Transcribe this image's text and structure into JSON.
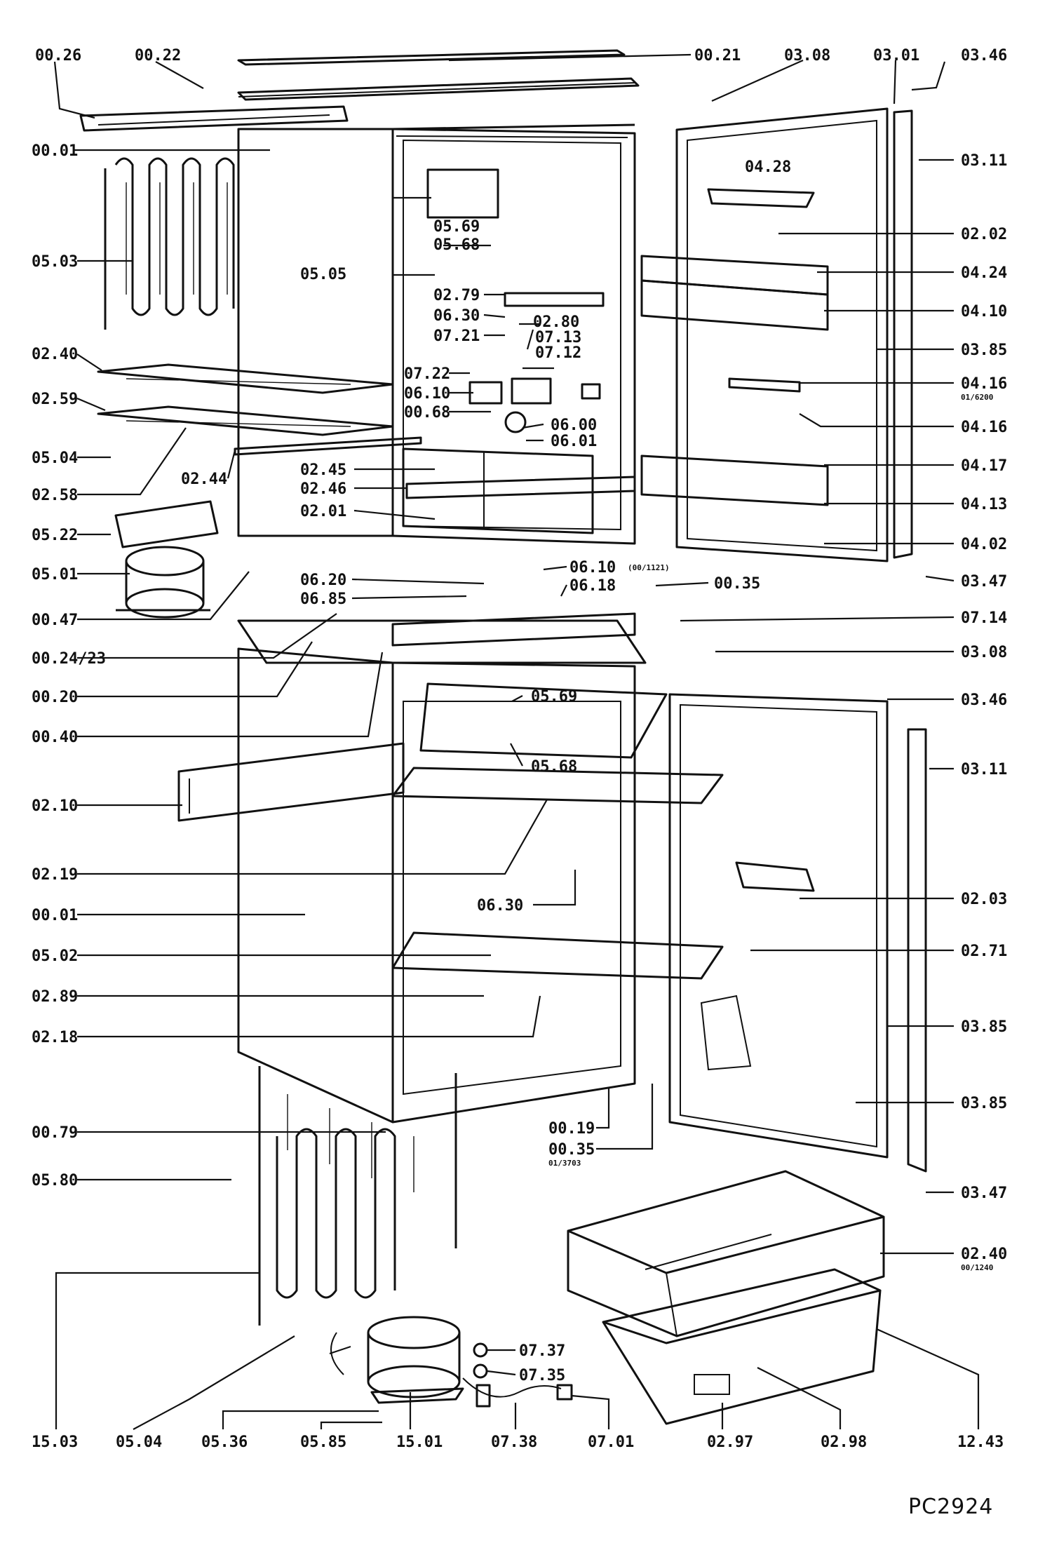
{
  "drawing_id": "PC2924",
  "labels_top": [
    "00.26",
    "00.22",
    "00.21",
    "03.08",
    "03.01",
    "03.46"
  ],
  "labels_left": [
    "00.01",
    "05.03",
    "02.40",
    "02.59",
    "05.04",
    "02.58",
    "05.22",
    "05.01",
    "00.47",
    "00.24/23",
    "00.20",
    "00.40",
    "02.10",
    "02.19",
    "00.01",
    "05.02",
    "02.89",
    "02.18",
    "00.79",
    "05.80"
  ],
  "labels_right": [
    "03.11",
    "02.02",
    "04.24",
    "04.10",
    "03.85",
    "04.16",
    "04.16",
    "04.17",
    "04.13",
    "04.02",
    "03.47",
    "07.14",
    "03.08",
    "03.46",
    "03.11",
    "02.03",
    "02.71",
    "03.85",
    "03.85",
    "03.47",
    "02.40",
    "12.43"
  ],
  "labels_inner": [
    "04.28",
    "05.69",
    "05.68",
    "05.05",
    "02.79",
    "06.30",
    "02.80",
    "07.21",
    "07.13",
    "07.12",
    "07.22",
    "06.10",
    "00.68",
    "06.00",
    "06.01",
    "02.44",
    "02.45",
    "02.46",
    "02.01",
    "06.20",
    "06.85",
    "06.10",
    "06.18",
    "00.35",
    "05.69",
    "05.68",
    "06.30",
    "00.19",
    "00.35",
    "07.37",
    "07.35"
  ],
  "labels_bottom": [
    "15.03",
    "05.04",
    "05.36",
    "05.85",
    "15.01",
    "07.38",
    "07.01",
    "02.97",
    "02.98",
    "12.43"
  ],
  "sublabels": [
    "01/6200",
    "(00/1121)",
    "01/3703",
    "00/1240"
  ]
}
